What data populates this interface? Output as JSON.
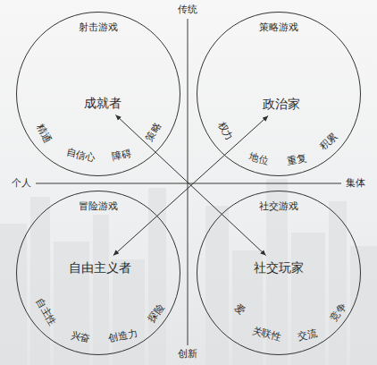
{
  "diagram": {
    "nodes": [
      {
        "text": [
          "射击游戏",
          "精通",
          "自信心",
          "障碍",
          "策略"
        ]
      },
      {
        "text": [
          "成就者"
        ],
        "in": 0
      },
      {
        "text": [
          "策略游戏",
          "权力",
          "地位",
          "重复",
          "积累"
        ]
      },
      {
        "text": [
          "政治家"
        ],
        "in": 2
      },
      {
        "text": [
          "冒险游戏",
          "自主性",
          "兴奋",
          "创造力",
          "探险"
        ]
      },
      {
        "text": [
          "自由主义者"
        ],
        "in": 4
      },
      {
        "text": [
          "社交游戏",
          "爱",
          "关联性",
          "交流",
          "竞争"
        ]
      },
      {
        "text": [
          "社交玩家"
        ],
        "in": 6
      }
    ],
    "edges": [
      {
        "from": 1,
        "to": 7,
        "arrow": "both"
      },
      {
        "from": 5,
        "to": 3,
        "arrow": "both"
      }
    ],
    "labels": [
      "传统",
      "创新",
      "个人",
      "集体"
    ]
  }
}
